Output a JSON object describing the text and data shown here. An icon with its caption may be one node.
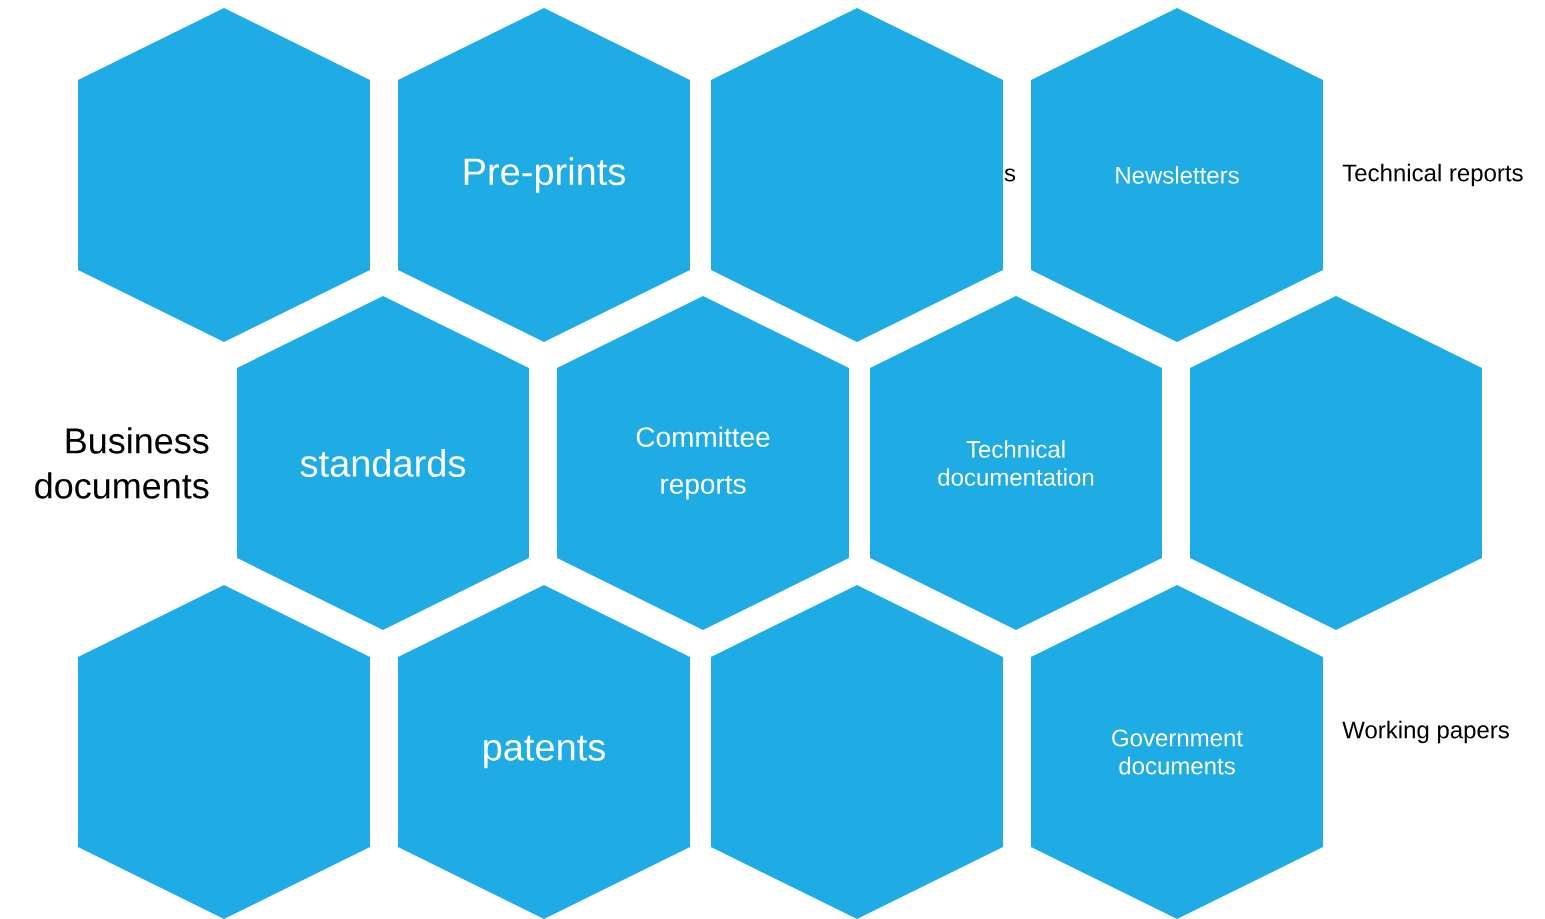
{
  "diagram": {
    "nodes": [
      {
        "text": [],
        "shape": "hexagon"
      },
      {
        "text": [
          "Pre-prints"
        ]
      },
      {
        "text": [],
        "shape": "hexagon"
      },
      {
        "text": [
          "Newsletters"
        ]
      },
      {
        "text": [
          "standards"
        ]
      },
      {
        "text": [
          "Committee reports"
        ]
      },
      {
        "text": [
          "Technical documentation"
        ]
      },
      {
        "text": [],
        "shape": "hexagon"
      },
      {
        "text": [],
        "shape": "hexagon"
      },
      {
        "text": [
          "patents"
        ]
      },
      {
        "text": [],
        "shape": "hexagon"
      },
      {
        "text": [
          "Government documents"
        ]
      }
    ],
    "labels": [
      "s",
      "Technical reports",
      "Business documents",
      "Working papers"
    ]
  }
}
